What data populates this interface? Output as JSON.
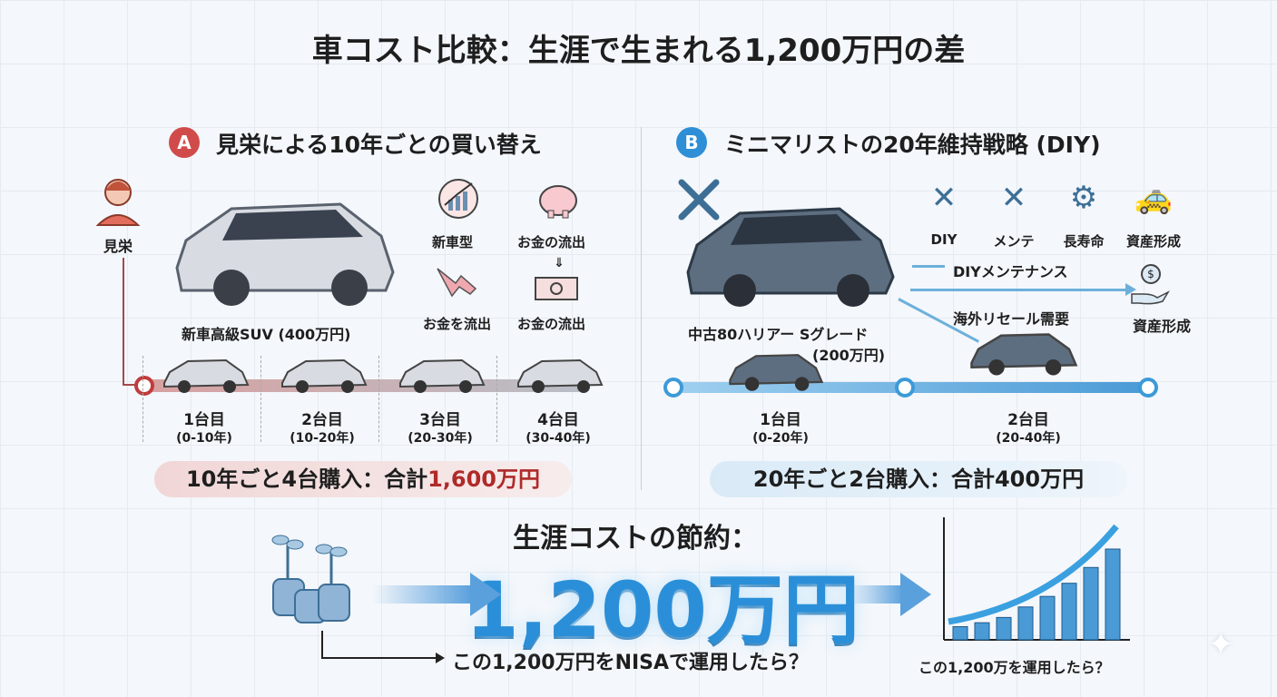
{
  "title": "車コスト比較：生涯で生まれる1,200万円の差",
  "sectionA": {
    "badge": "A",
    "heading": "見栄による10年ごとの買い替え",
    "person_label": "見栄",
    "car_label": "新車高級SUV (400万円)",
    "icons": [
      {
        "icon": "chart-up-icon",
        "label": "新車型"
      },
      {
        "icon": "piggy-bank-icon",
        "label": "お金の流出"
      },
      {
        "icon": "money-flow-icon",
        "label": "お金を流出"
      },
      {
        "icon": "banknote-icon",
        "label": "お金の流出"
      }
    ],
    "arrow_glyph": "⇓",
    "timeline": [
      {
        "name": "1台目",
        "range": "(0-10年)"
      },
      {
        "name": "2台目",
        "range": "(10-20年)"
      },
      {
        "name": "3台目",
        "range": "(20-30年)"
      },
      {
        "name": "4台目",
        "range": "(30-40年)"
      }
    ],
    "summary_prefix": "10年ごと4台購入：合計",
    "summary_value": "1,600万円",
    "color": "#c0392b"
  },
  "sectionB": {
    "badge": "B",
    "heading": "ミニマリストの20年維持戦略 (DIY)",
    "icons": [
      {
        "icon": "tools-icon",
        "label": "DIY"
      },
      {
        "icon": "wrench-icon",
        "label": "メンテ"
      },
      {
        "icon": "gear-icon",
        "label": "長寿命"
      },
      {
        "icon": "car-icon",
        "label": "資産形成"
      }
    ],
    "diy_label": "DIYメンテナンス",
    "resale_label": "海外リセール需要",
    "asset_label": "資産形成",
    "coin_glyph": "$",
    "car_label": "中古80ハリアー Sグレード",
    "car_price": "(200万円)",
    "timeline": [
      {
        "name": "1台目",
        "range": "(0-20年)"
      },
      {
        "name": "2台目",
        "range": "(20-40年)"
      }
    ],
    "summary": "20年ごと2台購入：合計400万円",
    "color": "#2a8fd8"
  },
  "bottom": {
    "heading": "生涯コストの節約：",
    "amount": "1,200万円",
    "nisa_text": "この1,200万円をNISAで運用したら？",
    "chart_caption": "この1,200万を運用したら？",
    "growth_bars": [
      1,
      1.3,
      1.7,
      2.5,
      3.3,
      4.3,
      5.5,
      6.9
    ]
  }
}
